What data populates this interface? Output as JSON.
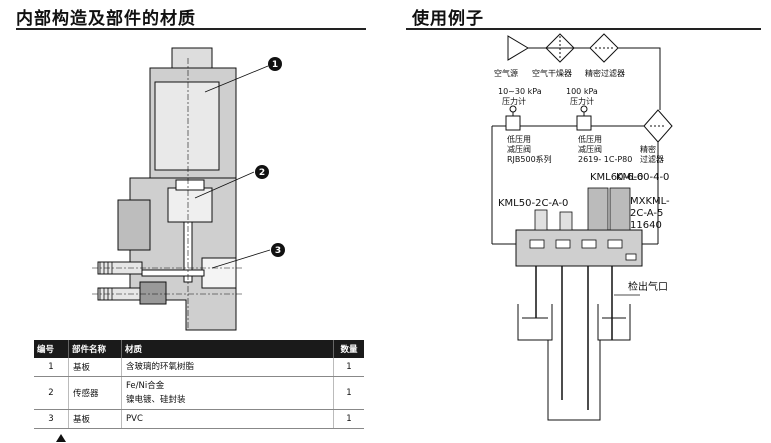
{
  "left_section": {
    "title": "内部构造及部件的材质",
    "callouts": [
      "1",
      "2",
      "3"
    ]
  },
  "right_section": {
    "title": "使用例子",
    "labels": {
      "air_source": "空气源",
      "dryer": "空气干燥器",
      "precision_filter": "精密过滤器",
      "gauge_left_range": "10~30 kPa",
      "gauge_left_name": "压力计",
      "gauge_right_range": "100 kPa",
      "gauge_right_name": "压力计",
      "reg_left_line1": "低压用",
      "reg_left_line2": "减压阀",
      "reg_left_line3": "RJB500系列",
      "reg_right_line1": "低压用",
      "reg_right_line2": "减压阀",
      "reg_right_line3": "2619- 1C-P80",
      "filter_right_line1": "精密",
      "filter_right_line2": "过滤器",
      "kml50": "KML50-2C-A-0",
      "kml60_6": "KML60-6-0",
      "kml60_4": "KML60-4-0",
      "mxkml_line1": "MXKML-",
      "mxkml_line2": "2C-A-5",
      "mxkml_line3": "11640",
      "outlet": "检出气口"
    }
  },
  "table": {
    "headers": [
      "编号",
      "部件名称",
      "材质",
      "数量"
    ],
    "rows": [
      {
        "no": "1",
        "part": "基板",
        "material": [
          "含玻璃的环氧树脂"
        ],
        "qty": "1"
      },
      {
        "no": "2",
        "part": "传感器",
        "material": [
          "Fe/Ni合金",
          "镍电镀、硅封装"
        ],
        "qty": "1"
      },
      {
        "no": "3",
        "part": "基板",
        "material": [
          "PVC"
        ],
        "qty": "1"
      }
    ]
  },
  "colors": {
    "cross_section_gray": "#cfcfcf",
    "dark": "#111111"
  }
}
